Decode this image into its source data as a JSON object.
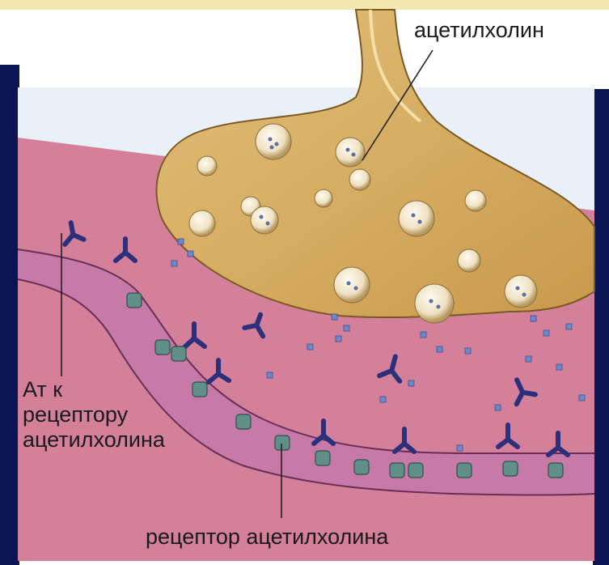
{
  "labels": {
    "acetylcholine": "ацетилхолин",
    "antibody_line1": "Ат к",
    "antibody_line2": "рецептору",
    "antibody_line3": "ацетилхолина",
    "receptor": "рецептор ацетилхолина"
  },
  "colors": {
    "background": "#ffffff",
    "frame_navy": "#0b1556",
    "muscle_pink": "#d4809a",
    "cleft_pink": "#c77aa8",
    "terminal_gold": "#d9b266",
    "vesicle": "#efe2c2",
    "molecule_blue": "#6f88cc",
    "antibody_navy": "#2c2f7a",
    "receptor_teal": "#5f8f86"
  },
  "icons": [
    "antibody-icon",
    "receptor-icon",
    "vesicle-icon",
    "acetylcholine-molecule-icon"
  ]
}
